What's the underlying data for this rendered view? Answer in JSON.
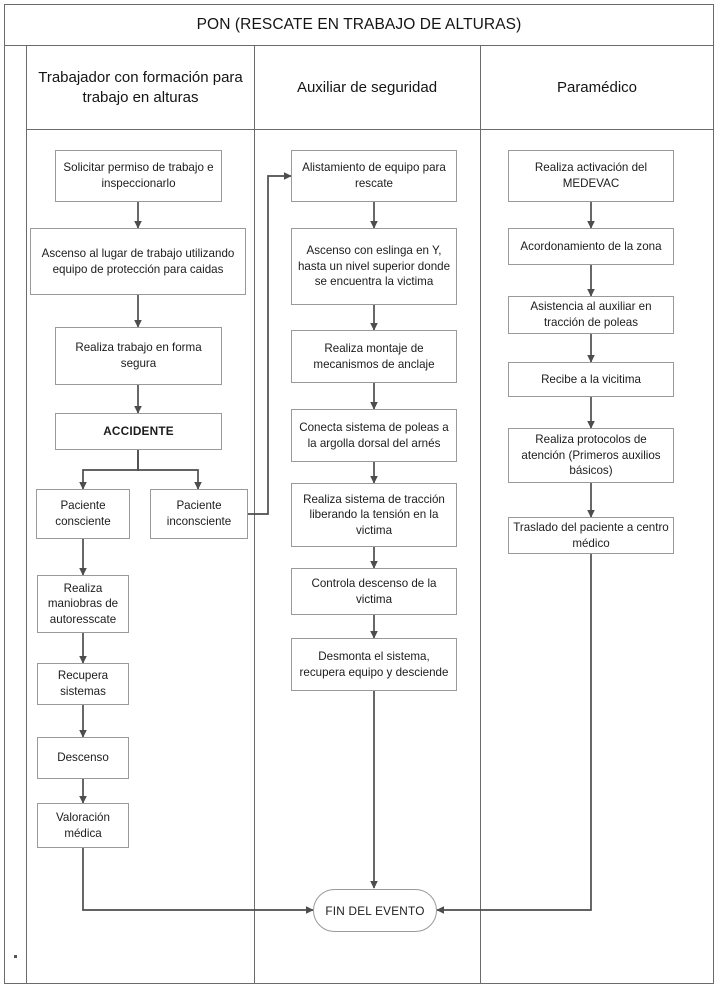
{
  "diagram": {
    "title": "PON (RESCATE EN TRABAJO DE ALTURAS)",
    "lanes": [
      {
        "id": "trabajador",
        "label": "Trabajador con formación para trabajo en alturas"
      },
      {
        "id": "auxiliar",
        "label": "Auxiliar de seguridad"
      },
      {
        "id": "paramedico",
        "label": "Paramédico"
      }
    ],
    "lane1_nodes": [
      {
        "id": "t1",
        "text": "Solicitar permiso de trabajo e inspeccionarlo"
      },
      {
        "id": "t2",
        "text": "Ascenso al lugar de trabajo utilizando equipo de protección para caidas"
      },
      {
        "id": "t3",
        "text": "Realiza trabajo en forma segura"
      },
      {
        "id": "t4",
        "text": "ACCIDENTE"
      },
      {
        "id": "t5",
        "text": "Paciente consciente"
      },
      {
        "id": "t6",
        "text": "Paciente inconsciente"
      },
      {
        "id": "t7",
        "text": "Realiza maniobras de autoresscate"
      },
      {
        "id": "t8",
        "text": "Recupera sistemas"
      },
      {
        "id": "t9",
        "text": "Descenso"
      },
      {
        "id": "t10",
        "text": "Valoración médica"
      }
    ],
    "lane2_nodes": [
      {
        "id": "a1",
        "text": "Alistamiento de equipo para rescate"
      },
      {
        "id": "a2",
        "text": "Ascenso con eslinga en Y, hasta un nivel superior donde se encuentra la victima"
      },
      {
        "id": "a3",
        "text": "Realiza montaje de mecanismos de anclaje"
      },
      {
        "id": "a4",
        "text": "Conecta sistema de poleas a la argolla dorsal del arnés"
      },
      {
        "id": "a5",
        "text": "Realiza sistema de tracción liberando la tensión en la victima"
      },
      {
        "id": "a6",
        "text": "Controla descenso de la victima"
      },
      {
        "id": "a7",
        "text": "Desmonta el sistema, recupera equipo y desciende"
      }
    ],
    "lane3_nodes": [
      {
        "id": "p1",
        "text": "Realiza activación del MEDEVAC"
      },
      {
        "id": "p2",
        "text": "Acordonamiento de la zona"
      },
      {
        "id": "p3",
        "text": "Asistencia al auxiliar en tracción de poleas"
      },
      {
        "id": "p4",
        "text": "Recibe a la vicitima"
      },
      {
        "id": "p5",
        "text": "Realiza protocolos de atención (Primeros auxilios básicos)"
      },
      {
        "id": "p6",
        "text": "Traslado del paciente a centro médico"
      }
    ],
    "end_node": {
      "id": "end",
      "text": "FIN DEL EVENTO"
    },
    "colors": {
      "frame": "#6b6b6b",
      "node_border": "#9a9a9a",
      "connector": "#4d4d4d",
      "text": "#1c1c1c",
      "background": "#ffffff"
    }
  }
}
